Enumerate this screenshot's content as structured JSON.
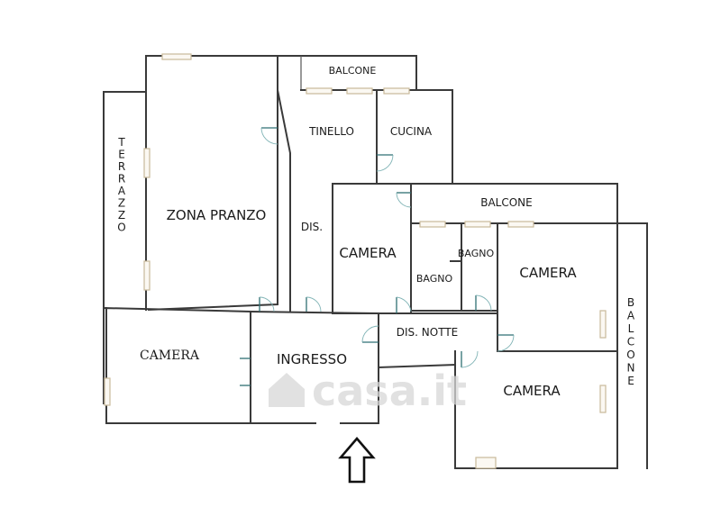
{
  "rooms": {
    "zona_pranzo": "ZONA PRANZO",
    "terrazzo": "TERRAZZO",
    "balcone_top": "BALCONE",
    "tinello": "TINELLO",
    "cucina": "CUCINA",
    "dis": "DIS.",
    "camera_center": "CAMERA",
    "balcone_mid": "BALCONE",
    "bagno_left": "BAGNO",
    "bagno_right": "BAGNO",
    "camera_right_top": "CAMERA",
    "balcone_right": "BALCONE",
    "camera_left": "CAMERA",
    "ingresso": "INGRESSO",
    "dis_notte": "DIS. NOTTE",
    "camera_right_bottom": "CAMERA"
  },
  "watermark": "casa.it",
  "colors": {
    "wall": "#3a3a3a",
    "door": "#2f6f73",
    "window": "#c9b99a",
    "watermark": "#d7d7d7"
  },
  "icons": {
    "entrance": "up-arrow-outline-icon",
    "watermark": "casa-it-logo-icon"
  }
}
